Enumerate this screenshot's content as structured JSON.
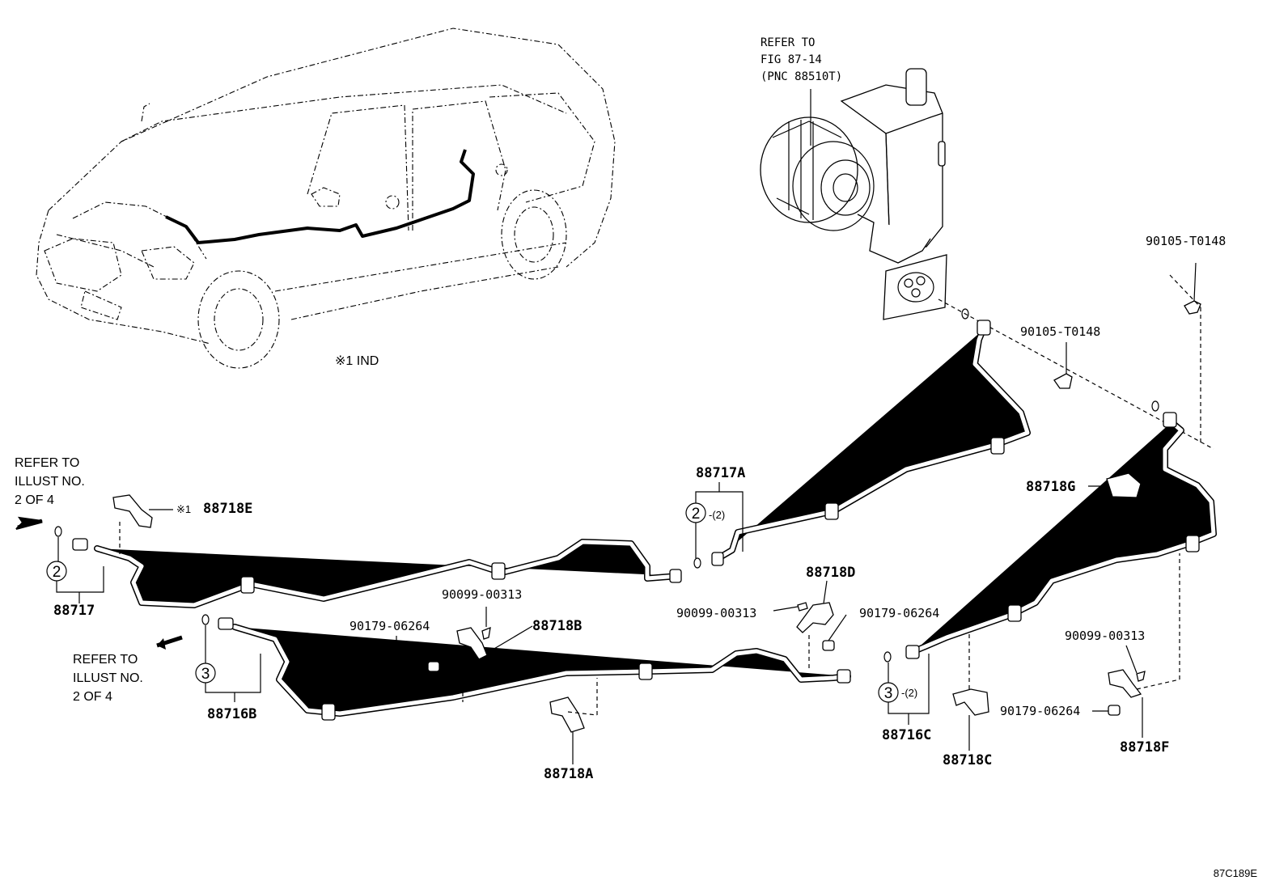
{
  "labels": {
    "p88717A": "88717A",
    "p88717": "88717",
    "p88716B": "88716B",
    "p88716C": "88716C",
    "p88718A": "88718A",
    "p88718B": "88718B",
    "p88718C": "88718C",
    "p88718D": "88718D",
    "p88718E": "88718E",
    "p88718F": "88718F",
    "p88718G": "88718G",
    "bolt_90105_top": "90105-T0148",
    "bolt_90105_mid": "90105-T0148",
    "clip_90099_b": "90099-00313",
    "clip_90099_d": "90099-00313",
    "clip_90099_f": "90099-00313",
    "nut_90179_b": "90179-06264",
    "nut_90179_d": "90179-06264",
    "nut_90179_f": "90179-06264"
  },
  "notes": {
    "refer_fig_line1": "REFER TO",
    "refer_fig_line2": "FIG 87-14",
    "refer_fig_line3": "(PNC 88510T)",
    "refer_illust_a_line1": "REFER TO",
    "refer_illust_a_line2": "ILLUST NO.",
    "refer_illust_a_line3": "2 OF 4",
    "refer_illust_b_line1": "REFER TO",
    "refer_illust_b_line2": "ILLUST NO.",
    "refer_illust_b_line3": "2 OF 4",
    "footnote_ind": "※1 IND",
    "mark_e": "※1",
    "qty_a": "-(2)",
    "qty_c": "-(2)"
  },
  "circles": {
    "c2_left": "2",
    "c2_mid": "2",
    "c3_left": "3",
    "c3_right": "3"
  },
  "figure_code": "87C189E"
}
